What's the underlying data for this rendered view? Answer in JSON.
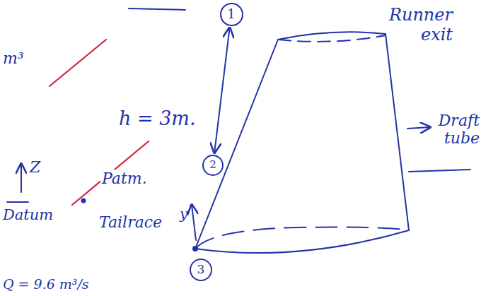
{
  "diagram": {
    "nodes": [
      {
        "text": [
          "1"
        ]
      },
      {
        "text": [
          "2"
        ]
      },
      {
        "text": [
          "3"
        ]
      }
    ],
    "edges": [
      {
        "from": 0,
        "to": 1,
        "arrow": "both",
        "label": "h = 3m."
      }
    ],
    "labels": [
      "Runner exit",
      "Draft tube",
      "m³",
      "Z",
      "Patm.",
      "Datum",
      "Tailrace",
      "y",
      "Q = 9.6 m³/s"
    ]
  }
}
